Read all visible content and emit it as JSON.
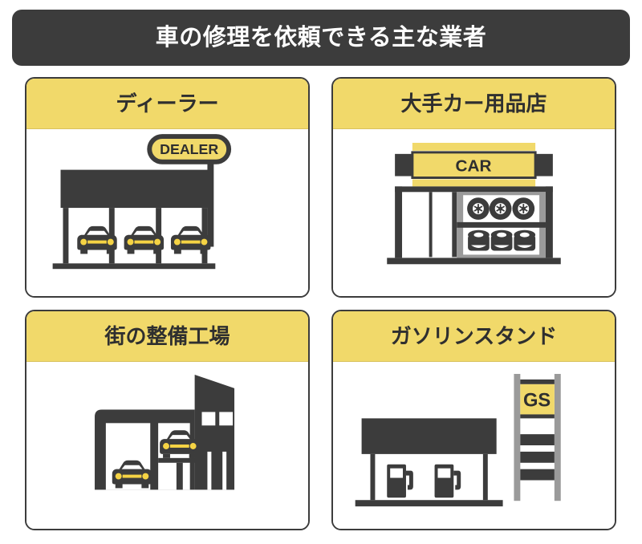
{
  "header": {
    "title": "車の修理を依頼できる主な業者"
  },
  "colors": {
    "dark": "#3c3c3c",
    "yellow": "#f1d96a",
    "white": "#ffffff",
    "gray": "#9a9a9a"
  },
  "cards": [
    {
      "id": "dealer",
      "title": "ディーラー",
      "sign_label": "DEALER",
      "illustration": "car-dealership-showroom",
      "car_count": 3
    },
    {
      "id": "car-supply-store",
      "title": "大手カー用品店",
      "sign_label": "CAR",
      "illustration": "car-parts-store-with-tires",
      "wheel_count": 3,
      "tire_count": 3
    },
    {
      "id": "local-garage",
      "title": "街の整備工場",
      "sign_label": "",
      "illustration": "neighborhood-repair-garage",
      "car_count": 2
    },
    {
      "id": "gas-station",
      "title": "ガソリンスタンド",
      "sign_label": "GS",
      "illustration": "gas-station-with-pumps",
      "pump_count": 2
    }
  ]
}
